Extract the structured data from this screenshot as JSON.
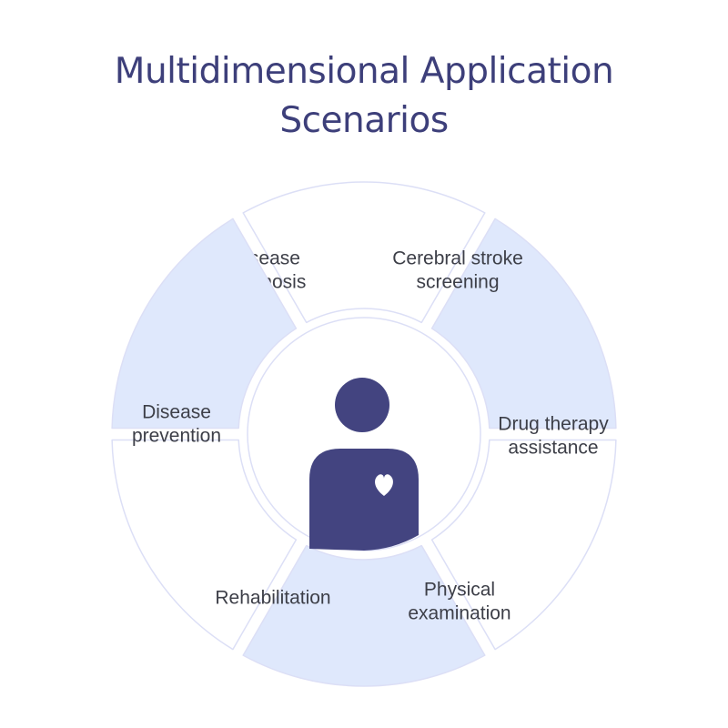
{
  "title": {
    "line1": "Multidimensional Application",
    "line2": "Scenarios"
  },
  "colors": {
    "title": "#3d3f7a",
    "segment_text": "#3d3f48",
    "segment_stroke": "#dcdff6",
    "segment_light": "#ffffff",
    "segment_blue": "#dfe8fc",
    "person": "#434480",
    "heart": "#ffffff"
  },
  "center": {
    "icon": "person-with-heart-icon"
  },
  "segments": [
    {
      "label_lines": [
        "Disease",
        "diagnosis"
      ],
      "fill": "light"
    },
    {
      "label_lines": [
        "Cerebral stroke",
        "screening"
      ],
      "fill": "blue"
    },
    {
      "label_lines": [
        "Drug therapy",
        "assistance"
      ],
      "fill": "light"
    },
    {
      "label_lines": [
        "Physical",
        "examination"
      ],
      "fill": "blue"
    },
    {
      "label_lines": [
        "Rehabilitation"
      ],
      "fill": "light"
    },
    {
      "label_lines": [
        "Disease",
        "prevention"
      ],
      "fill": "blue"
    }
  ]
}
